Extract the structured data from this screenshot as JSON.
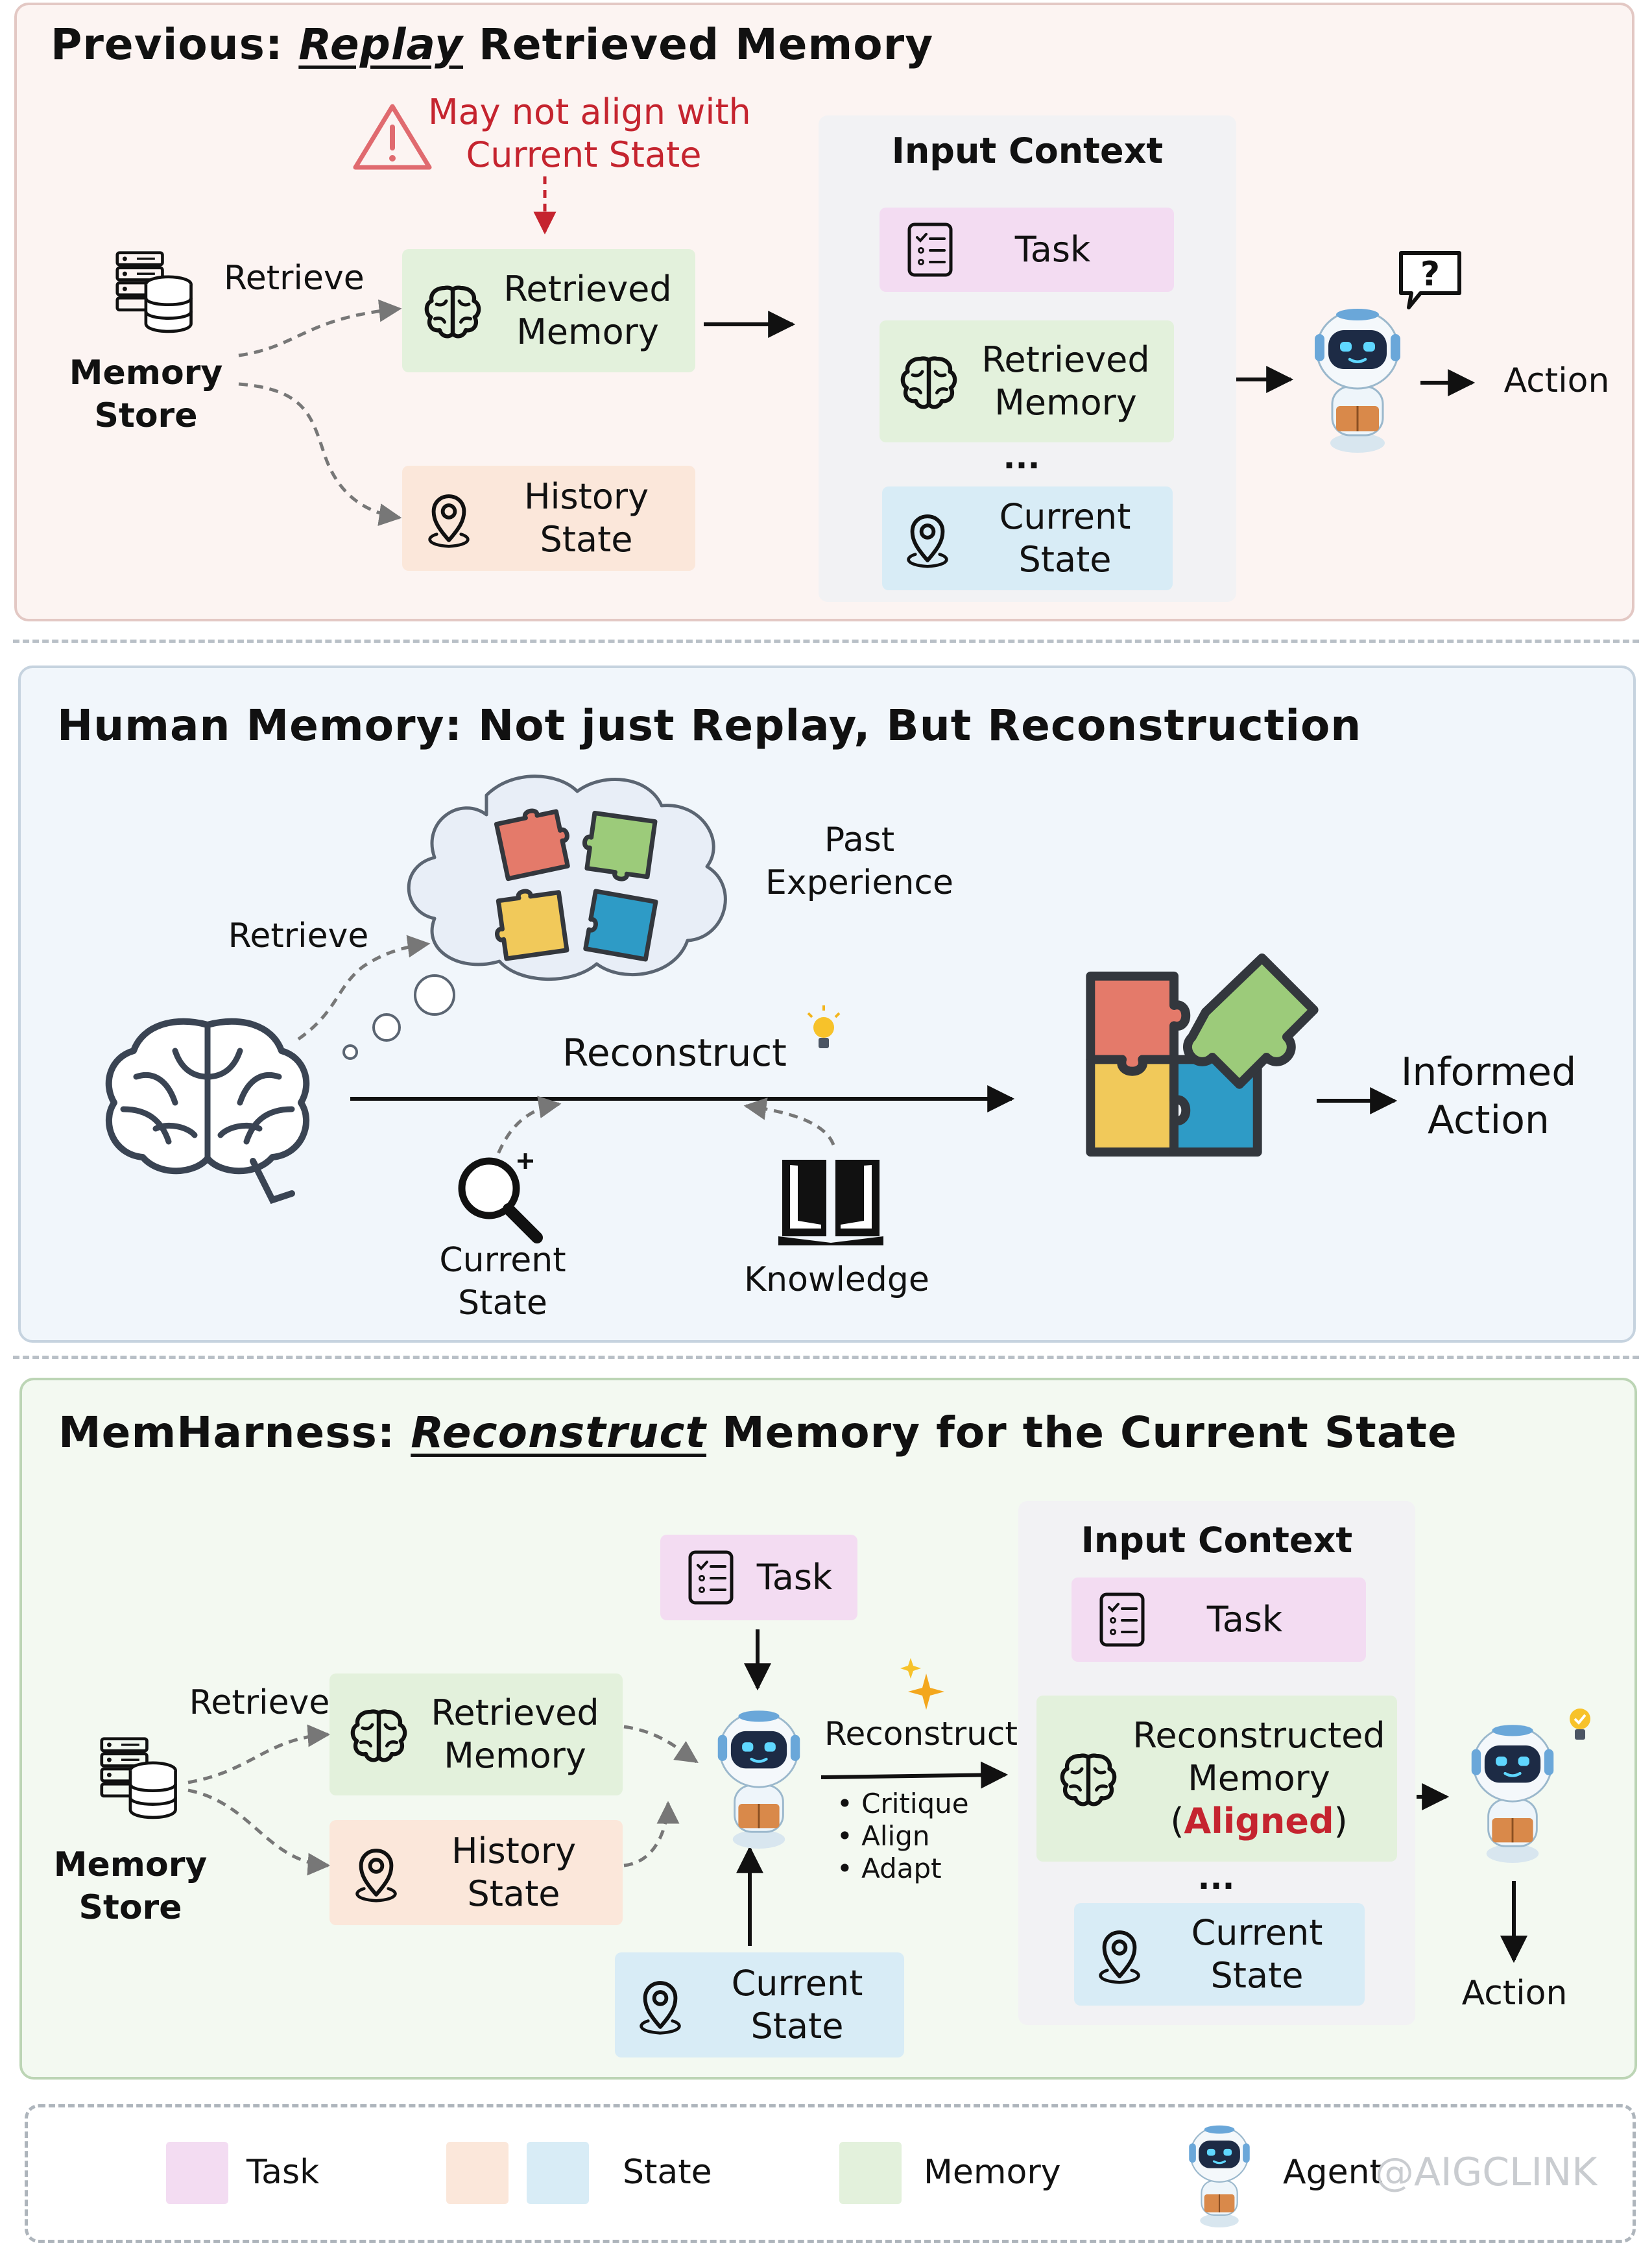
{
  "panel1": {
    "title_prefix": "Previous: ",
    "title_emph": "Replay",
    "title_suffix": " Retrieved Memory",
    "warning": "May not align with\nCurrent State",
    "memory_store": "Memory\nStore",
    "retrieve": "Retrieve",
    "retrieved_memory": "Retrieved\nMemory",
    "history_state": "History\nState",
    "input_context": "Input Context",
    "task": "Task",
    "ctx_retrieved_memory": "Retrieved\nMemory",
    "ellipsis": "...",
    "current_state": "Current\nState",
    "action": "Action",
    "question_mark": "?"
  },
  "panel2": {
    "title": "Human Memory: Not just Replay, But Reconstruction",
    "retrieve": "Retrieve",
    "past_experience": "Past\nExperience",
    "reconstruct": "Reconstruct",
    "current_state": "Current\nState",
    "knowledge": "Knowledge",
    "informed_action": "Informed\nAction"
  },
  "panel3": {
    "title_prefix": "MemHarness: ",
    "title_emph": "Reconstruct",
    "title_suffix": " Memory for the Current State",
    "retrieve": "Retrieve",
    "retrieved_memory": "Retrieved\nMemory",
    "history_state": "History\nState",
    "memory_store": "Memory\nStore",
    "task": "Task",
    "current_state": "Current\nState",
    "reconstruct": "Reconstruct",
    "bullets": [
      "Critique",
      "Align",
      "Adapt"
    ],
    "input_context": "Input Context",
    "ctx_task": "Task",
    "reconstructed_memory": "Reconstructed\nMemory",
    "aligned": "Aligned",
    "aligned_open": "(",
    "aligned_close": ")",
    "ellipsis": "...",
    "ctx_current_state": "Current\nState",
    "action": "Action"
  },
  "legend": {
    "task": "Task",
    "state": "State",
    "memory": "Memory",
    "agent": "Agent",
    "watermark": "@AIGCLINK"
  },
  "colors": {
    "task": "#f3dcf2",
    "history": "#fbe7da",
    "state": "#d8ecf6",
    "memory": "#e3f1dc",
    "warning_red": "#c5242f",
    "panel1_bg": "#fcf4f2",
    "panel2_bg": "#f1f6fb",
    "panel3_bg": "#f3f9f1"
  },
  "icons": [
    "server-database-icon",
    "brain-icon",
    "checklist-icon",
    "location-pin-icon",
    "warning-triangle-icon",
    "robot-agent-icon",
    "speech-bubble-question-icon",
    "thought-cloud-icon",
    "puzzle-icon",
    "magnifier-icon",
    "book-icon",
    "lightbulb-icon",
    "sparkle-icon"
  ]
}
